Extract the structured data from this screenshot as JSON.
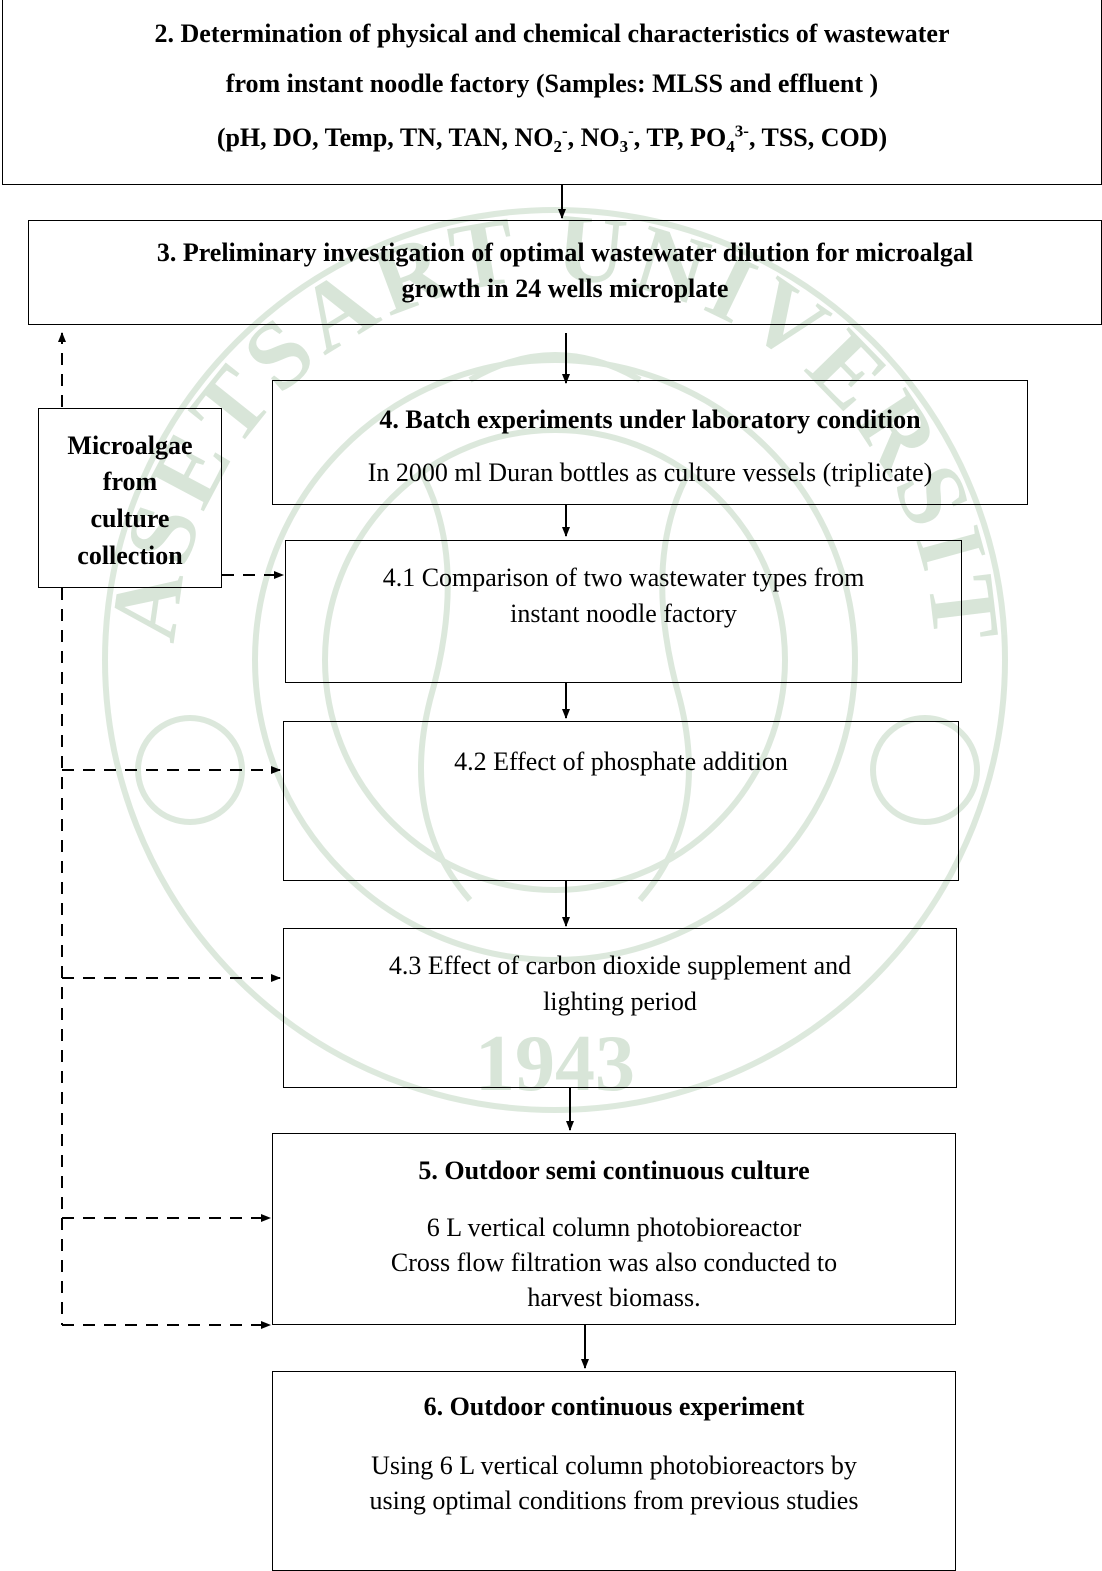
{
  "step2": {
    "line1": "2. Determination of physical and chemical characteristics of wastewater",
    "line2": "from instant noodle factory (Samples: MLSS and effluent )",
    "params": {
      "a": "(pH, DO, Temp, TN, TAN, NO",
      "no2_sub": "2",
      "no2_sup": "-",
      "b": ", NO",
      "no3_sub": "3",
      "no3_sup": "-",
      "c": ", TP, PO",
      "po4_sub": "4",
      "po4_sup": "3-",
      "d": ", TSS, COD)"
    }
  },
  "step3": {
    "line1": "3. Preliminary investigation of optimal wastewater dilution for microalgal",
    "line2": "growth in 24 wells microplate"
  },
  "microalgae": {
    "line1": "Microalgae",
    "line2": "from",
    "line3": "culture",
    "line4": "collection"
  },
  "step4": {
    "title": "4. Batch experiments under laboratory condition",
    "desc": "In 2000 ml Duran bottles as culture vessels (triplicate)"
  },
  "step4_1": {
    "line1": "4.1 Comparison of two wastewater types from",
    "line2": "instant noodle factory"
  },
  "step4_2": {
    "line1": "4.2 Effect of phosphate addition"
  },
  "step4_3": {
    "line1": "4.3 Effect of carbon dioxide supplement and",
    "line2": "lighting period"
  },
  "step5": {
    "title": "5. Outdoor semi continuous culture",
    "line1": "6 L vertical column photobioreactor",
    "line2": "Cross flow filtration was also conducted to",
    "line3": "harvest biomass."
  },
  "step6": {
    "title": "6. Outdoor continuous experiment",
    "line1": "Using 6 L vertical column photobioreactors by",
    "line2": "using optimal conditions from previous studies"
  },
  "watermark": {
    "text": "KASETSART UNIVERSITY",
    "year": "1943",
    "color": "#c9dcc9"
  }
}
